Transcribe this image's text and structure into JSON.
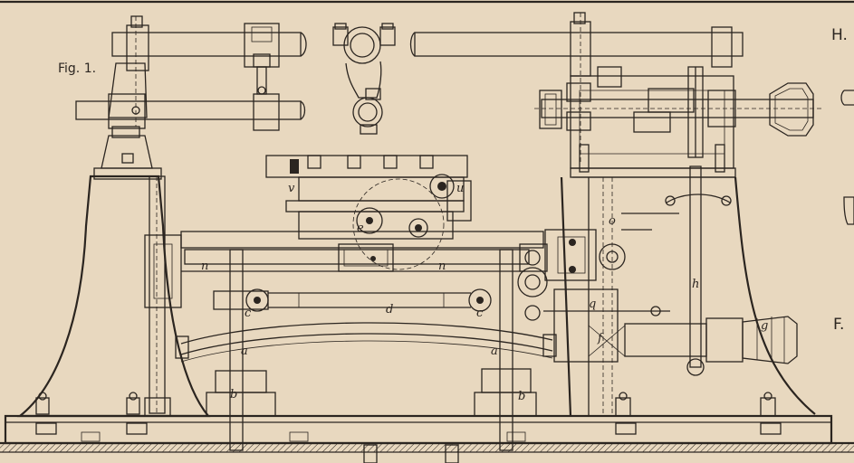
{
  "figure": {
    "title": "Fig. 1."
  },
  "side_letters": [
    "H.",
    "F."
  ],
  "labels": {
    "a_left": "a",
    "a_right": "a",
    "b_left": "b",
    "b_right": "b",
    "c_left": "c",
    "c_right": "c",
    "d": "d",
    "e": "e",
    "f": "f",
    "g": "g",
    "h": "h",
    "n_left": "n",
    "n_right": "n",
    "o": "o",
    "q": "q",
    "u": "u",
    "v": "v"
  }
}
